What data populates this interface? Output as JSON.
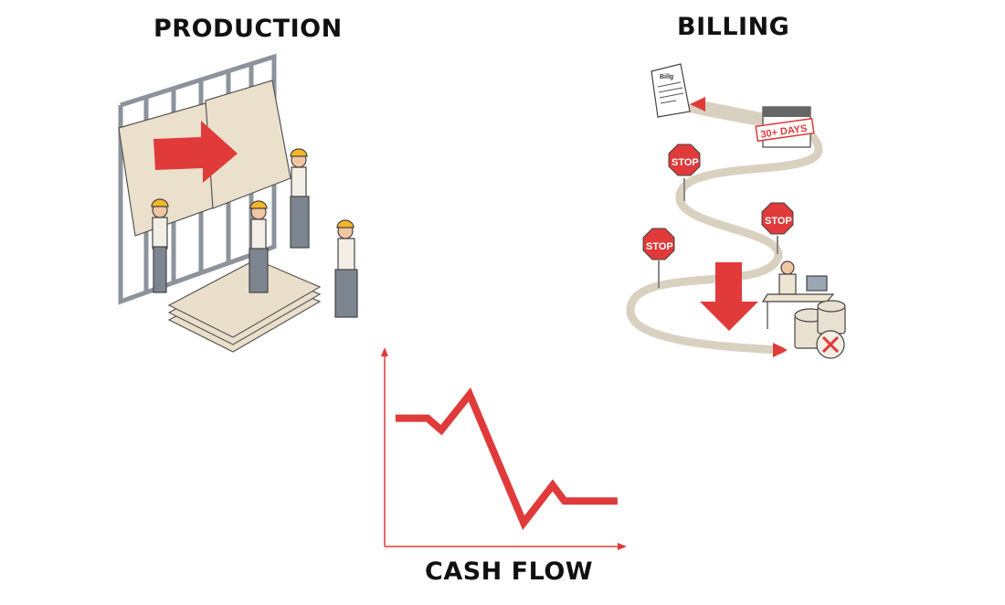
{
  "titles": {
    "production": "PRODUCTION",
    "billing": "BILLING",
    "cash_flow": "CASH FLOW"
  },
  "billing": {
    "document_label": "Billg",
    "calendar_stamp": "30+ DAYS",
    "stop_sign": "STOP"
  },
  "colors": {
    "accent_red": "#e03a3a",
    "board": "#e9dfcc",
    "frame": "#9aa0a8",
    "road": "#e6dfd0"
  },
  "chart_data": {
    "type": "line",
    "title": "CASH FLOW",
    "xlabel": "",
    "ylabel": "",
    "xlim": [
      0,
      10
    ],
    "ylim": [
      0,
      10
    ],
    "x": [
      0.45,
      1.77,
      2.34,
      3.51,
      5.74,
      6.94,
      7.43,
      9.62
    ],
    "values": [
      6.5,
      6.5,
      5.9,
      7.7,
      1.2,
      3.1,
      2.3,
      2.3
    ],
    "grid": false
  }
}
